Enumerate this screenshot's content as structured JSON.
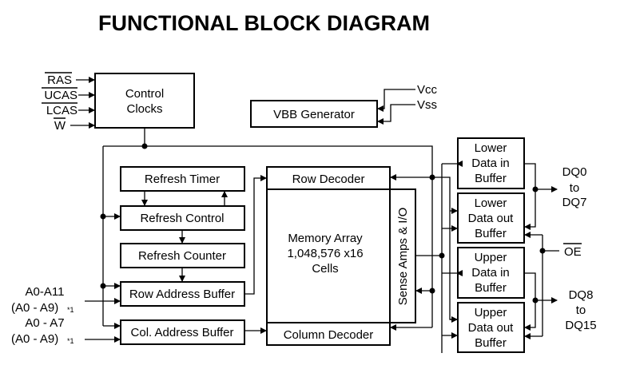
{
  "title": "FUNCTIONAL BLOCK DIAGRAM",
  "inputs": {
    "ras": "RAS",
    "ucas": "UCAS",
    "lcas": "LCAS",
    "w": "W",
    "vcc": "Vcc",
    "vss": "Vss",
    "oe": "OE",
    "addr_row_1": "A0-A11",
    "addr_row_2": "(A0 - A9)",
    "addr_row_note": "*1",
    "addr_col_1": "A0 - A7",
    "addr_col_2": "(A0 - A9)",
    "addr_col_note": "*1"
  },
  "blocks": {
    "control_clocks_1": "Control",
    "control_clocks_2": "Clocks",
    "vbb_generator": "VBB Generator",
    "refresh_timer": "Refresh Timer",
    "refresh_control": "Refresh Control",
    "refresh_counter": "Refresh Counter",
    "row_address_buffer": "Row Address Buffer",
    "col_address_buffer": "Col. Address Buffer",
    "row_decoder": "Row Decoder",
    "column_decoder": "Column Decoder",
    "memory_array_1": "Memory Array",
    "memory_array_2": "1,048,576 x16",
    "memory_array_3": "Cells",
    "sense_amps": "Sense Amps & I/O",
    "lower_in_1": "Lower",
    "lower_in_2": "Data in",
    "lower_in_3": "Buffer",
    "lower_out_1": "Lower",
    "lower_out_2": "Data out",
    "lower_out_3": "Buffer",
    "upper_in_1": "Upper",
    "upper_in_2": "Data in",
    "upper_in_3": "Buffer",
    "upper_out_1": "Upper",
    "upper_out_2": "Data out",
    "upper_out_3": "Buffer"
  },
  "outputs": {
    "dq_low_1": "DQ0",
    "dq_low_2": "to",
    "dq_low_3": "DQ7",
    "dq_high_1": "DQ8",
    "dq_high_2": "to",
    "dq_high_3": "DQ15"
  }
}
